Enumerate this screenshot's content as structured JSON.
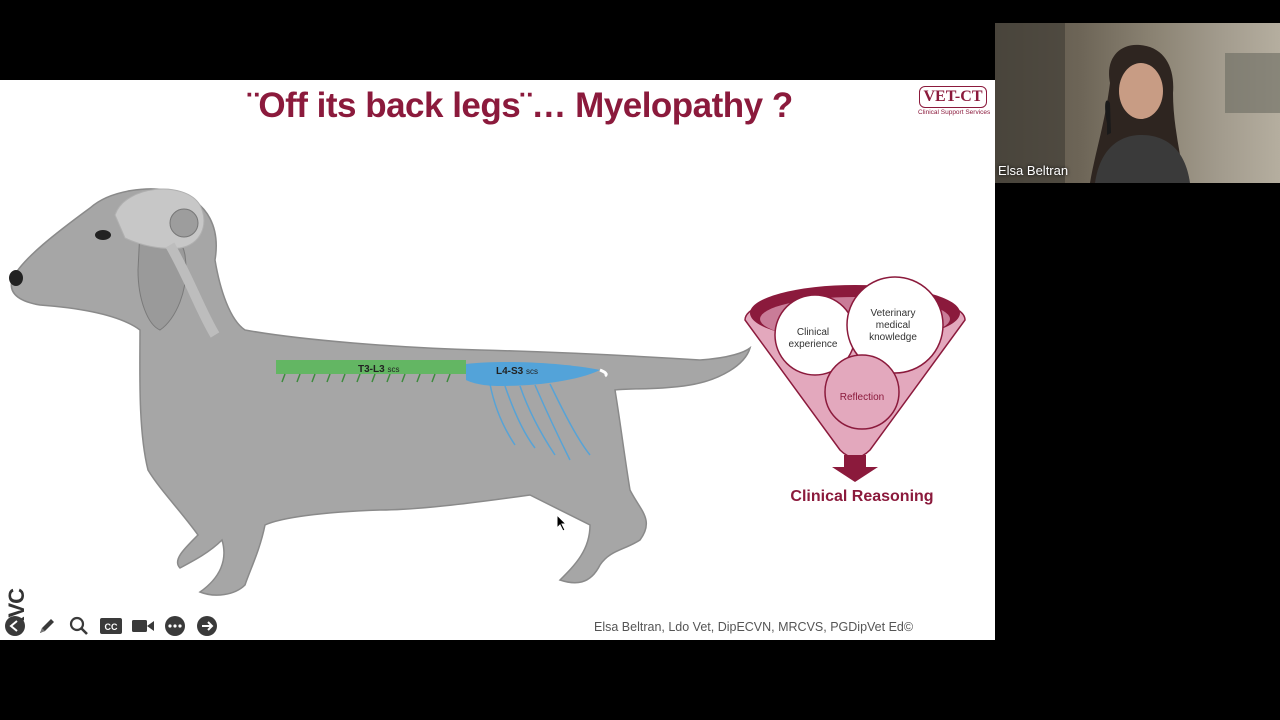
{
  "slide": {
    "title": "¨Off its back legs¨… Myelopathy ?",
    "logo": {
      "name": "VET-CT",
      "tagline": "Clinical Support Services"
    },
    "spine_labels": [
      {
        "main": "T3-L3",
        "suffix": "scs"
      },
      {
        "main": "L4-S3",
        "suffix": "scs"
      }
    ],
    "cone": {
      "left_circle": [
        "Clinical",
        "experience"
      ],
      "right_circle": [
        "Veterinary",
        "medical",
        "knowledge"
      ],
      "bottom_circle": "Reflection",
      "result": "Clinical Reasoning"
    },
    "credit": "Elsa Beltran, Ldo Vet, DipECVN, MRCVS, PGDipVet Ed©",
    "colors": {
      "accent": "#8b1a3c",
      "cone_fill": "#e3a8bd",
      "dog_fill": "#a6a6a6",
      "t3l3": "#5cb85c",
      "l4s3": "#4aa3df"
    }
  },
  "toolbar": {
    "brand": "RVC",
    "buttons": [
      {
        "icon": "back-arrow-icon"
      },
      {
        "icon": "pen-icon"
      },
      {
        "icon": "search-icon"
      },
      {
        "icon": "closed-captions-icon"
      },
      {
        "icon": "video-camera-icon"
      },
      {
        "icon": "more-icon"
      },
      {
        "icon": "next-arrow-icon"
      }
    ],
    "cc_text": "CC"
  },
  "participant": {
    "name": "Elsa Beltran"
  }
}
